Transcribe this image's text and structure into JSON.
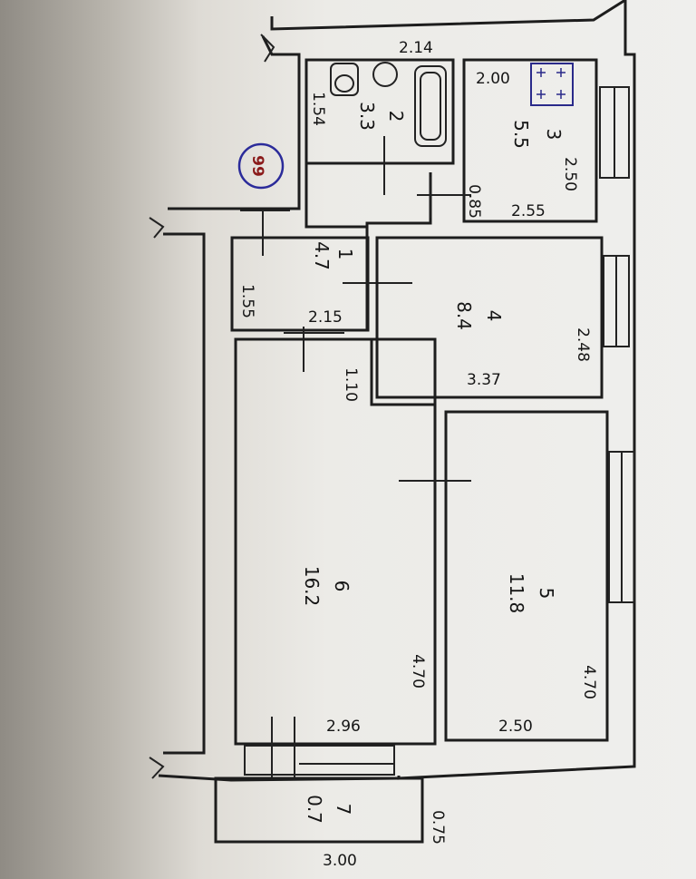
{
  "stamp_number": "99",
  "rooms": [
    {
      "id": "1",
      "number": "1",
      "area": "4.7",
      "width": "2.15",
      "length": "1.55"
    },
    {
      "id": "2",
      "number": "2",
      "area": "3.3",
      "width": "2.14",
      "length": "1.54"
    },
    {
      "id": "3",
      "number": "3",
      "area": "5.5",
      "width": "2.00",
      "length": "2.50",
      "width2": "2.55"
    },
    {
      "id": "4",
      "number": "4",
      "area": "8.4",
      "width": "3.37",
      "length": "2.48"
    },
    {
      "id": "5",
      "number": "5",
      "area": "11.8",
      "width": "2.50",
      "length": "4.70"
    },
    {
      "id": "6",
      "number": "6",
      "area": "16.2",
      "width": "2.96",
      "length": "4.70"
    },
    {
      "id": "7",
      "number": "7",
      "area": "0.7",
      "width": "3.00",
      "length": "0.75"
    }
  ],
  "other_dimensions": {
    "corridor_gap": "0.85",
    "door_gap": "1.10"
  },
  "colors": {
    "ink": "#1d1d1d",
    "stamp": "#8a1a1a",
    "stove": "#2a2a8a"
  }
}
